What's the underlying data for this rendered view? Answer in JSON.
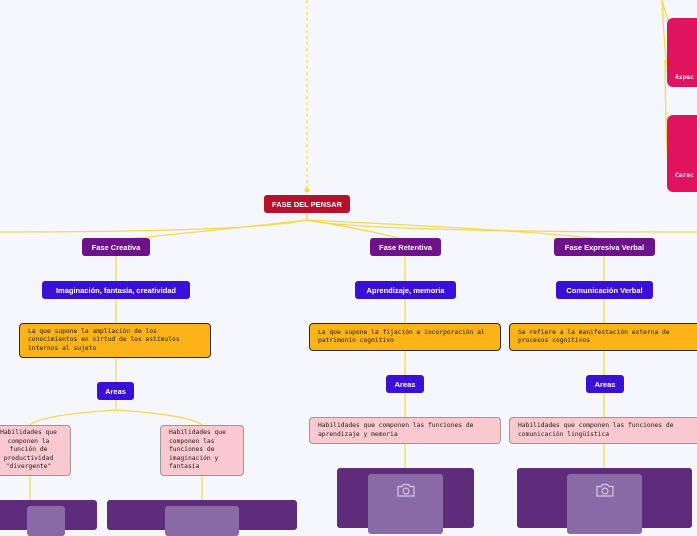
{
  "root": {
    "label": "FASE DEL PENSAR"
  },
  "phases": [
    {
      "label": "Fase Creativa"
    },
    {
      "label": "Fase Retentiva"
    },
    {
      "label": "Fase Expresiva Verbal"
    }
  ],
  "subtopics": [
    {
      "label": "Imaginación, fantasía, creatividad"
    },
    {
      "label": "Aprendizaje, memoria"
    },
    {
      "label": "Comunicación Verbal"
    }
  ],
  "descriptions": [
    {
      "text": "La que supone la ampliación de los conocimientos en virtud de los estímulos internos al sujeto"
    },
    {
      "text": "La que supone la fijación e incorporación al patrimonio cognitivo"
    },
    {
      "text": "Se refiere a la manifestación externa de procesos cognitivos"
    }
  ],
  "areas_label": "Areas",
  "habilidades": [
    {
      "text": "Habilidades que componen la función de productividad \"divergente\""
    },
    {
      "text": "Habilidades que componen las funciones de imaginación y fantasía"
    },
    {
      "text": "Habilidades que componen las funciones de aprendizaje y memoria"
    },
    {
      "text": "Habilidades que componen las funciones de comunicación lingüística"
    }
  ],
  "side_topics": [
    {
      "label": "Aspec"
    },
    {
      "label": "Carac"
    }
  ],
  "colors": {
    "root": "#b5112b",
    "phase": "#6d138a",
    "subtopic": "#3a0fd6",
    "description": "#fbb317",
    "habilidad": "#f9c9cf",
    "connector": "#f5d94a",
    "side_topic": "#e0135f",
    "image_frame": "#5e2c7a"
  },
  "icons": [
    "camera-icon"
  ]
}
